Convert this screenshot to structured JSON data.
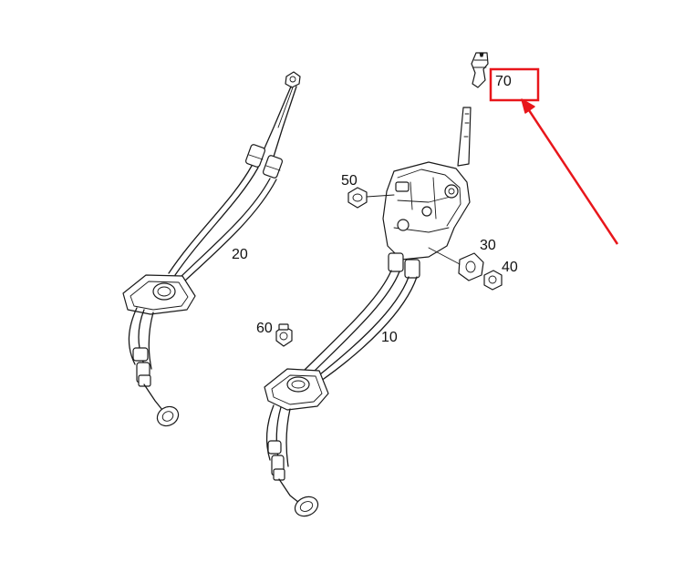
{
  "labels": {
    "part_70": "70",
    "part_50": "50",
    "part_30": "30",
    "part_40": "40",
    "part_20": "20",
    "part_10": "10",
    "part_60": "60"
  },
  "colors": {
    "highlight": "#e8161b",
    "line": "#1a1a1a",
    "background": "#ffffff"
  }
}
